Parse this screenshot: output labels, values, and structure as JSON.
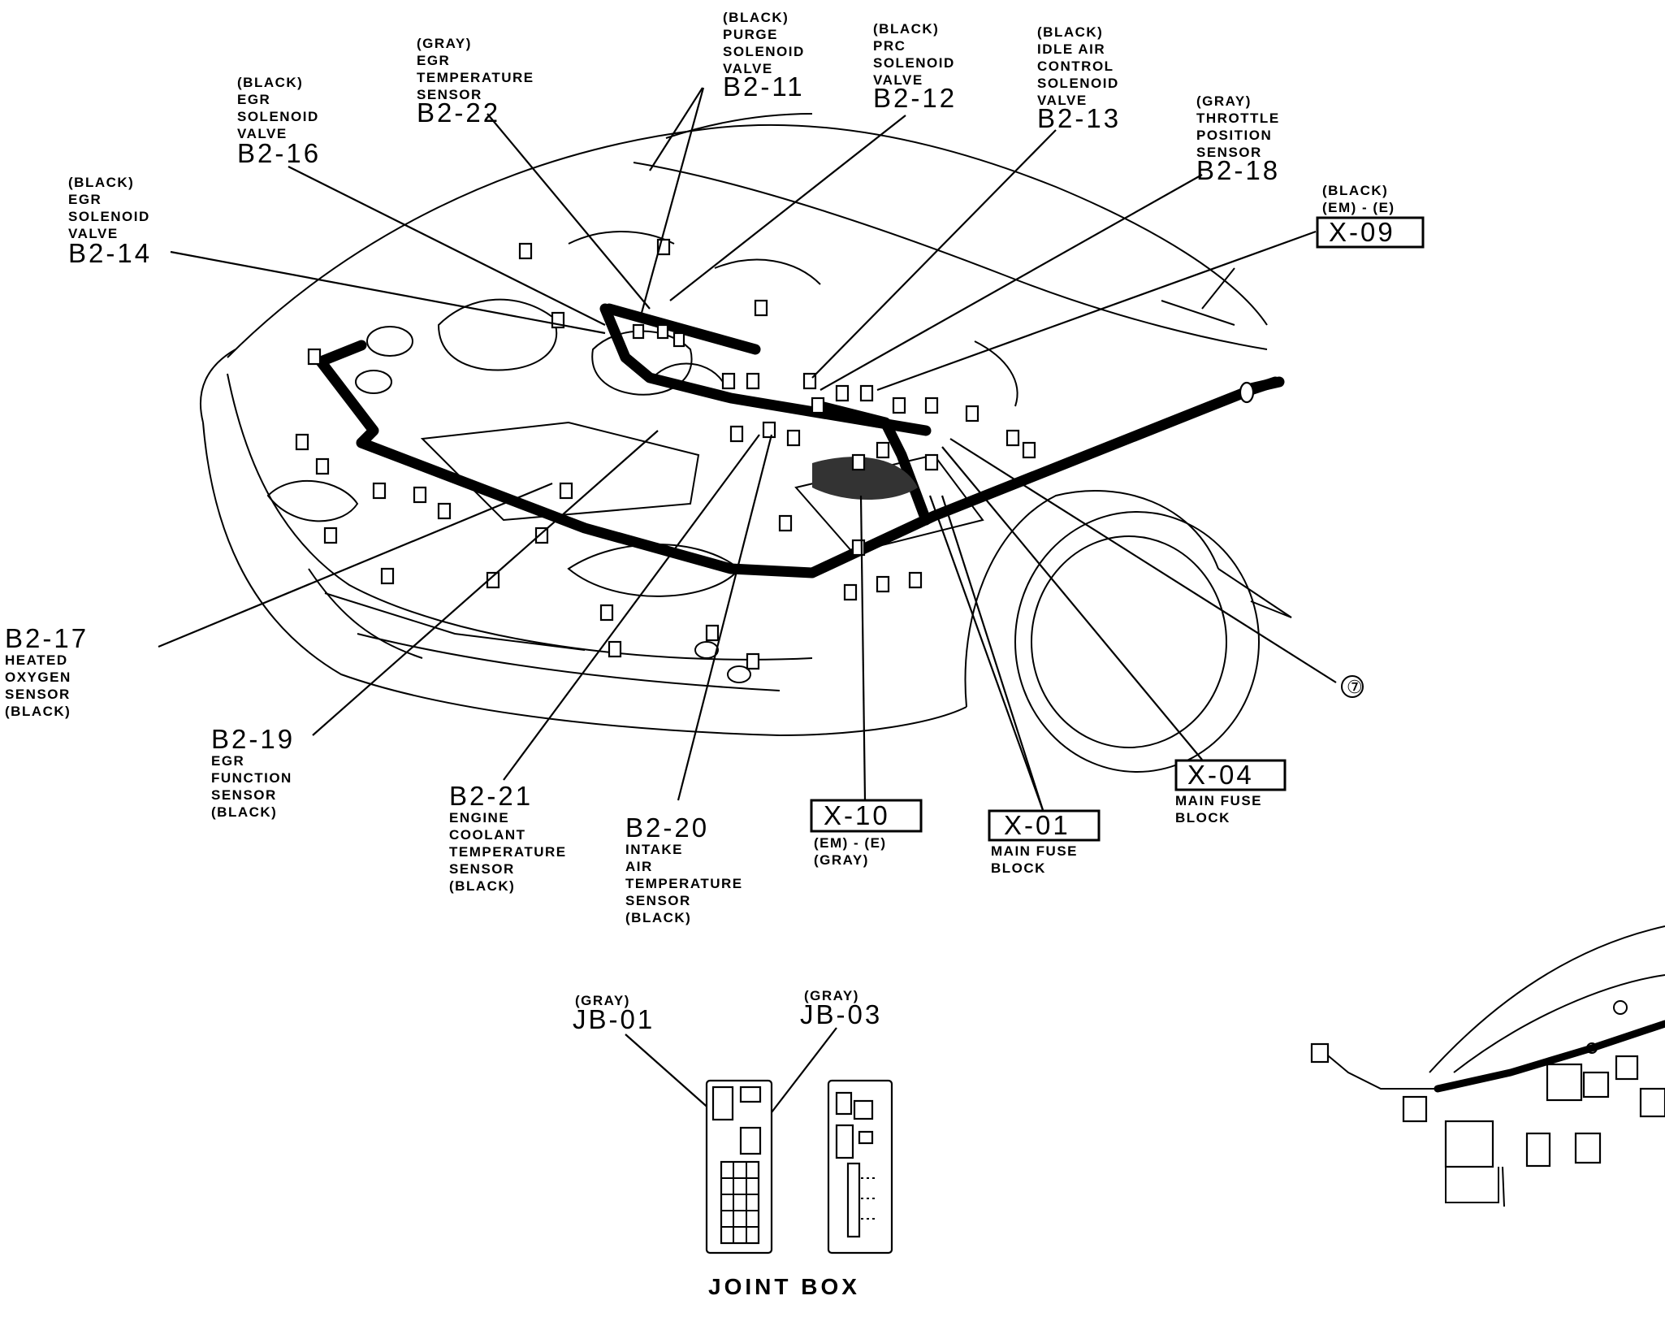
{
  "callouts": {
    "b2_11": {
      "color": "(BLACK)",
      "lines": [
        "PURGE",
        "SOLENOID",
        "VALVE"
      ],
      "code": "B2-11"
    },
    "b2_12": {
      "color": "(BLACK)",
      "lines": [
        "PRC",
        "SOLENOID",
        "VALVE"
      ],
      "code": "B2-12"
    },
    "b2_13": {
      "color": "(BLACK)",
      "lines": [
        "IDLE AIR",
        "CONTROL",
        "SOLENOID",
        "VALVE"
      ],
      "code": "B2-13"
    },
    "b2_22": {
      "color": "(GRAY)",
      "lines": [
        "EGR",
        "TEMPERATURE",
        "SENSOR"
      ],
      "code": "B2-22"
    },
    "b2_16": {
      "color": "(BLACK)",
      "lines": [
        "EGR",
        "SOLENOID",
        "VALVE"
      ],
      "code": "B2-16"
    },
    "b2_18": {
      "color": "(GRAY)",
      "lines": [
        "THROTTLE",
        "POSITION",
        "SENSOR"
      ],
      "code": "B2-18"
    },
    "b2_14": {
      "color": "(BLACK)",
      "lines": [
        "EGR",
        "SOLENOID",
        "VALVE"
      ],
      "code": "B2-14"
    },
    "x_09": {
      "color": "(BLACK)",
      "lines": [
        "(EM) - (E)"
      ],
      "code": "X-09"
    },
    "b2_17": {
      "code": "B2-17",
      "lines": [
        "HEATED",
        "OXYGEN",
        "SENSOR",
        "(BLACK)"
      ]
    },
    "b2_19": {
      "code": "B2-19",
      "lines": [
        "EGR",
        "FUNCTION",
        "SENSOR",
        "(BLACK)"
      ]
    },
    "b2_21": {
      "code": "B2-21",
      "lines": [
        "ENGINE",
        "COOLANT",
        "TEMPERATURE",
        "SENSOR",
        "(BLACK)"
      ]
    },
    "b2_20": {
      "code": "B2-20",
      "lines": [
        "INTAKE",
        "AIR",
        "TEMPERATURE",
        "SENSOR",
        "(BLACK)"
      ]
    },
    "x_10": {
      "code": "X-10",
      "lines": [
        "(EM) - (E)",
        "(GRAY)"
      ]
    },
    "x_01": {
      "code": "X-01",
      "lines": [
        "MAIN FUSE",
        "BLOCK"
      ]
    },
    "x_04": {
      "code": "X-04",
      "lines": [
        "MAIN FUSE",
        "BLOCK"
      ]
    },
    "ref_7": {
      "code": "⑦"
    }
  },
  "joint_box": {
    "title": "JOINT  BOX",
    "jb_01": {
      "color": "(GRAY)",
      "code": "JB-01"
    },
    "jb_03": {
      "color": "(GRAY)",
      "code": "JB-03"
    }
  }
}
